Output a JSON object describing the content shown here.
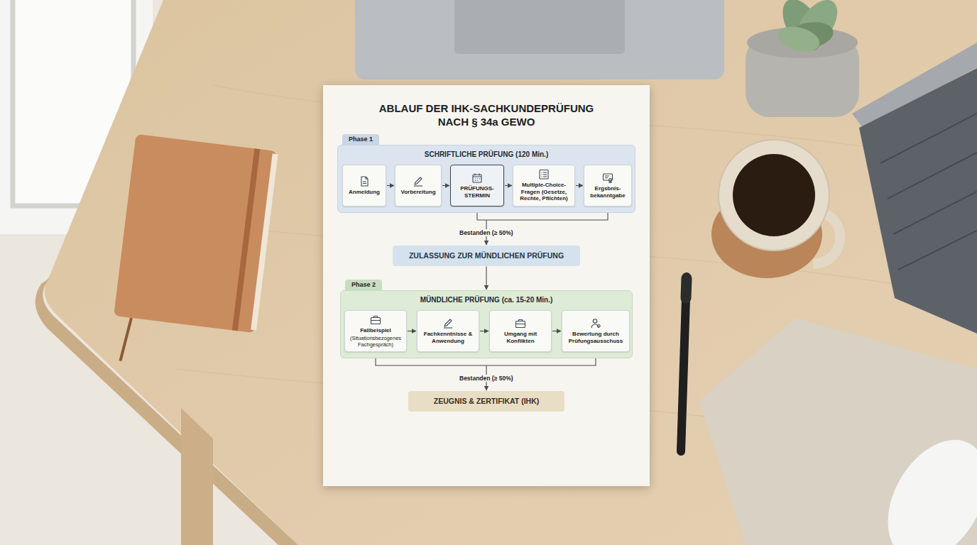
{
  "diagram": {
    "title": "ABLAUF DER IHK-SACHKUNDEPRÜFUNG NACH § 34a GEWO",
    "nodes": [
      {
        "text": [
          "Phase 1",
          "SCHRIFTLICHE PRÜFUNG (120 Min.)"
        ]
      },
      {
        "text": [
          "Anmeldung"
        ],
        "in": 0
      },
      {
        "text": [
          "Vorbereitung"
        ],
        "in": 0
      },
      {
        "text": [
          "PRÜFUNGS- STERMIN"
        ],
        "in": 0
      },
      {
        "text": [
          "Multiple-Choice- Fragen (Gesetze, Rechte, Pflichten)"
        ],
        "in": 0
      },
      {
        "text": [
          "Ergsbnis- bekanntgabe"
        ],
        "in": 0
      },
      {
        "text": [
          "ZULASSUNG ZUR MÜNDLICHEN PRÜFUNG"
        ]
      },
      {
        "text": [
          "Phase 2",
          "MÜNDLICHE PRÜFUNG (ca. 15-20 Min.)"
        ]
      },
      {
        "text": [
          "Fallbeispiel",
          "(Situationsbezogenes Fachgespräch)"
        ],
        "in": 7
      },
      {
        "text": [
          "Fachkenntnisse & Anwendung"
        ],
        "in": 7
      },
      {
        "text": [
          "Umgang mit Konflikten"
        ],
        "in": 7
      },
      {
        "text": [
          "Bewertung durch Prüfungsausschuss"
        ],
        "in": 7
      },
      {
        "text": [
          "ZEUGNIS & ZERTIFIKAT (IHK)"
        ]
      }
    ],
    "edges": [
      {
        "from": 1,
        "to": 2,
        "arrow": "to"
      },
      {
        "from": 2,
        "to": 3,
        "arrow": "to"
      },
      {
        "from": 3,
        "to": 4,
        "arrow": "to"
      },
      {
        "from": 4,
        "to": 5,
        "arrow": "to"
      },
      {
        "from": 0,
        "to": 6,
        "label": "Bestanden (≥ 50%)",
        "arrow": "to"
      },
      {
        "from": 6,
        "to": 7,
        "arrow": "to"
      },
      {
        "from": 8,
        "to": 9,
        "arrow": "to"
      },
      {
        "from": 9,
        "to": 10,
        "arrow": "to"
      },
      {
        "from": 10,
        "to": 11,
        "arrow": "to"
      },
      {
        "from": 7,
        "to": 12,
        "label": "Bestanden (≥ 50%)",
        "arrow": "to"
      }
    ]
  }
}
